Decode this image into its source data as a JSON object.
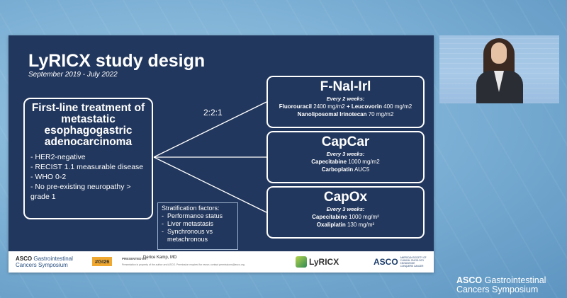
{
  "slide": {
    "title": "LyRICX study design",
    "date_range": "September 2019 - July 2022",
    "population": {
      "heading": "First-line treatment of metastatic esophagogastric adenocarcinoma",
      "bullets": [
        "- HER2-negative",
        "- RECIST 1.1 measurable disease",
        "- WHO 0-2",
        "- No pre-existing neuropathy > grade 1"
      ]
    },
    "ratio": "2:2:1",
    "arms": [
      {
        "name": "F-Nal-Irl",
        "schedule": "Every 2 weeks:",
        "lines": [
          [
            {
              "drug": "Fluorouracil",
              "dose": " 2400 mg/m2 "
            },
            {
              "drug": "+ Leucovorin",
              "dose": " 400 mg/m2"
            }
          ],
          [
            {
              "drug": "Nanoliposomal Irinotecan",
              "dose": " 70 mg/m2"
            }
          ]
        ]
      },
      {
        "name": "CapCar",
        "schedule": "Every 3 weeks:",
        "lines": [
          [
            {
              "drug": "Capecitabine",
              "dose": " 1000 mg/m2"
            }
          ],
          [
            {
              "drug": "Carboplatin",
              "dose": " AUC5"
            }
          ]
        ]
      },
      {
        "name": "CapOx",
        "schedule": "Every 3 weeks:",
        "lines": [
          [
            {
              "drug": "Capecitabine",
              "dose": " 1000 mg/m²"
            }
          ],
          [
            {
              "drug": "Oxaliplatin",
              "dose": " 130 mg/m²"
            }
          ]
        ]
      }
    ],
    "stratification": {
      "title": "Stratification factors:",
      "items": [
        "Performance status",
        "Liver metastasis",
        "Synchronous vs metachronous"
      ]
    }
  },
  "footer": {
    "asco_brand": "ASCO",
    "asco_name_line1": "Gastrointestinal",
    "asco_name_line2": "Cancers Symposium",
    "hashtag": "#GI26",
    "presented_by": "PRESENTED BY:",
    "presenter": "Derice Kamp, MD",
    "disclaimer": "Presentation is property of the author and ASCO. Permission required for reuse; contact permissions@asco.org",
    "study_logo_text": "LyRICX",
    "society_word": "ASCO",
    "society_sub": "AMERICAN SOCIETY OF CLINICAL ONCOLOGY KNOWLEDGE CONQUERS CANCER"
  },
  "watermark": {
    "brand": "ASCO",
    "line1": "Gastrointestinal",
    "line2": "Cancers Symposium"
  },
  "colors": {
    "slide_background": "#22375d",
    "hashtag_badge": "#f0a830"
  }
}
